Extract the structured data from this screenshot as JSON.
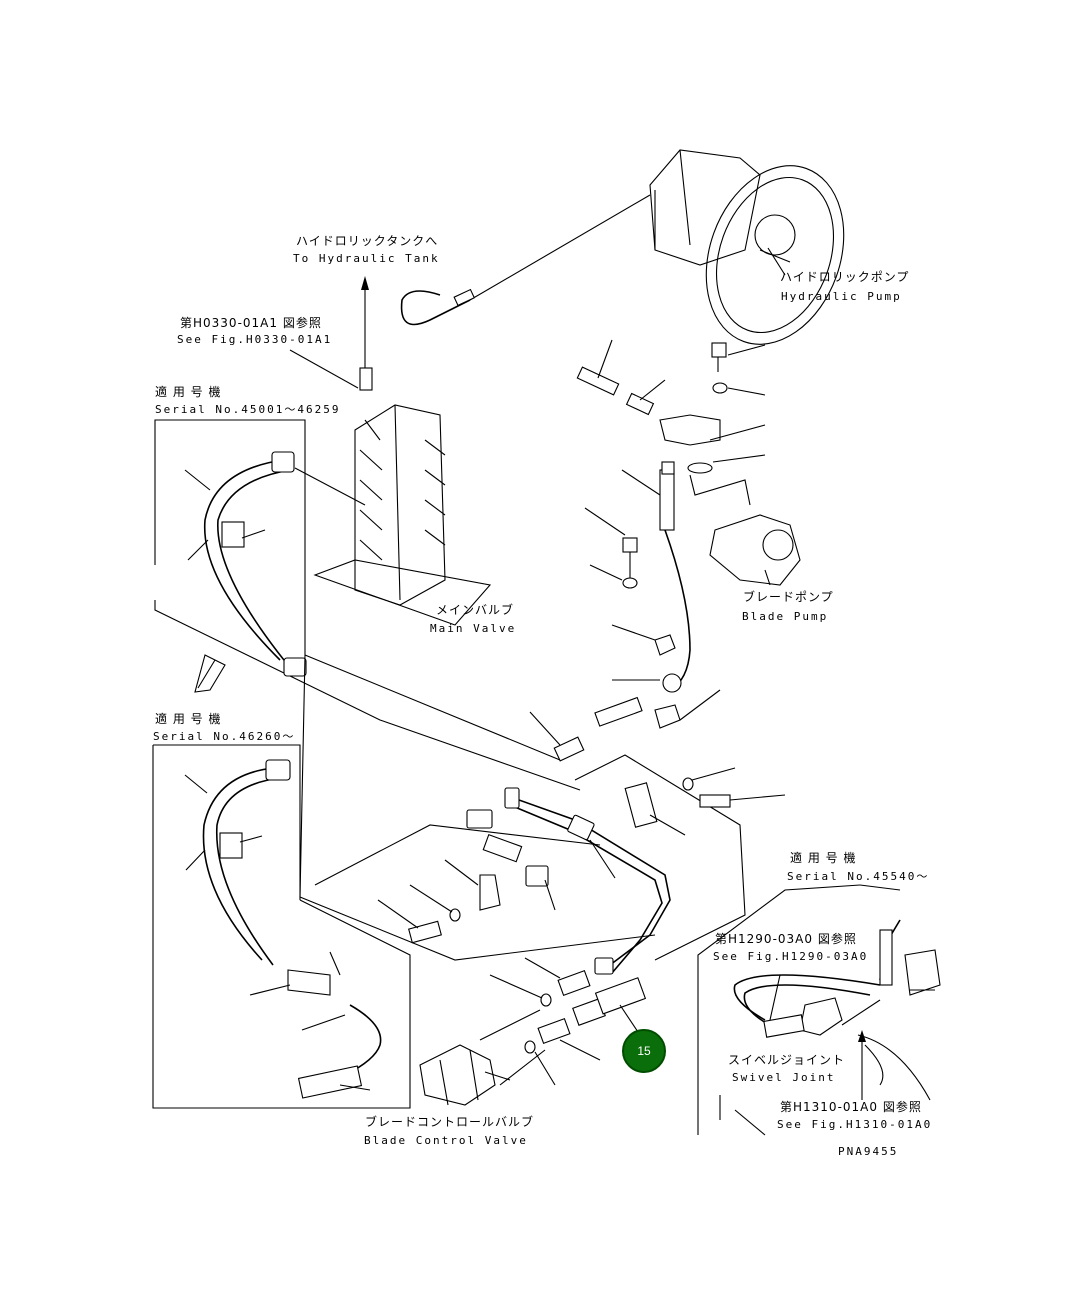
{
  "labels": {
    "tank_jp": "ハイドロリックタンクへ",
    "tank_en": "To Hydraulic Tank",
    "figref1_jp": "第H0330-01A1 図参照",
    "figref1_en": "See Fig.H0330-01A1",
    "serial1_jp": "適 用 号 機",
    "serial1_en": "Serial No.45001～46259",
    "pump_jp": "ハイドロリックポンプ",
    "pump_en": "Hydraulic Pump",
    "blade_pump_jp": "ブレードポンプ",
    "blade_pump_en": "Blade Pump",
    "main_valve_jp": "メインバルブ",
    "main_valve_en": "Main Valve",
    "serial2_jp": "適 用 号 機",
    "serial2_en": "Serial No.46260～",
    "serial3_jp": "適 用 号 機",
    "serial3_en": "Serial No.45540～",
    "figref2_jp": "第H1290-03A0 図参照",
    "figref2_en": "See Fig.H1290-03A0",
    "swivel_jp": "スイベルジョイント",
    "swivel_en": "Swivel Joint",
    "figref3_jp": "第H1310-01A0 図参照",
    "figref3_en": "See Fig.H1310-01A0",
    "bcv_jp": "ブレードコントロールバルブ",
    "bcv_en": "Blade Control Valve",
    "drawing_no": "PNA9455"
  },
  "callout": {
    "number": "15",
    "color": "#0a6e0a"
  }
}
